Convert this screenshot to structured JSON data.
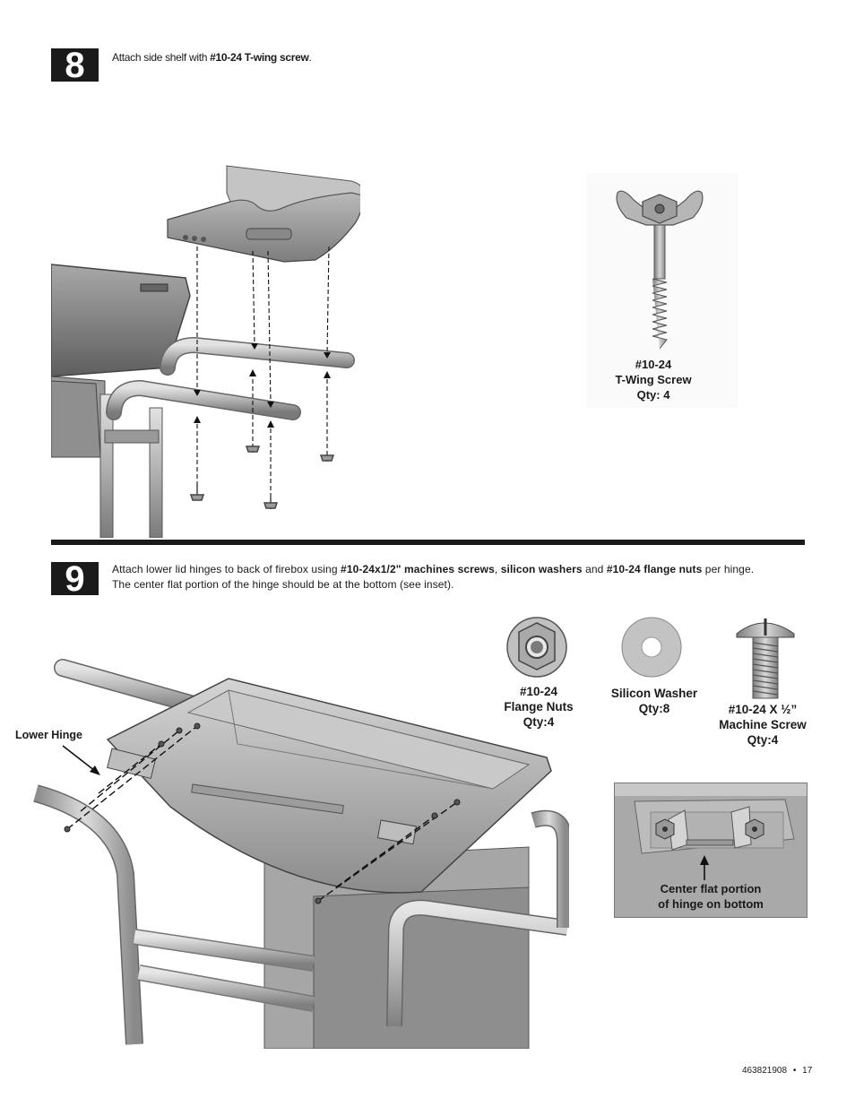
{
  "step8": {
    "number": "8",
    "instruction_prefix": "Attach side shelf with ",
    "instruction_bold": "#10-24 T-wing screw",
    "instruction_suffix": ".",
    "part": {
      "line1": "#10-24",
      "line2": "T-Wing Screw",
      "line3": "Qty: 4"
    }
  },
  "step9": {
    "number": "9",
    "instruction": {
      "t1": "Attach lower lid hinges to back of firebox using ",
      "b1": "#10-24x1/2\" machines screws",
      "t2": ", ",
      "b2": "silicon washers",
      "t3": " and ",
      "b3": "#10-24 flange nuts",
      "t4": " per hinge.",
      "line2": "The center flat portion of the hinge should be at the bottom (see inset)."
    },
    "lower_hinge_label": "Lower Hinge",
    "parts": [
      {
        "line1": "#10-24",
        "line2": "Flange Nuts",
        "line3": "Qty:4"
      },
      {
        "line1": "Silicon Washer",
        "line2": "Qty:8"
      },
      {
        "line1": "#10-24 X ½”",
        "line2": "Machine Screw",
        "line3": "Qty:4"
      }
    ],
    "inset_caption": {
      "line1": "Center flat portion",
      "line2": "of hinge on bottom"
    }
  },
  "footer": {
    "doc_number": "463821908",
    "separator": "•",
    "page": "17"
  }
}
